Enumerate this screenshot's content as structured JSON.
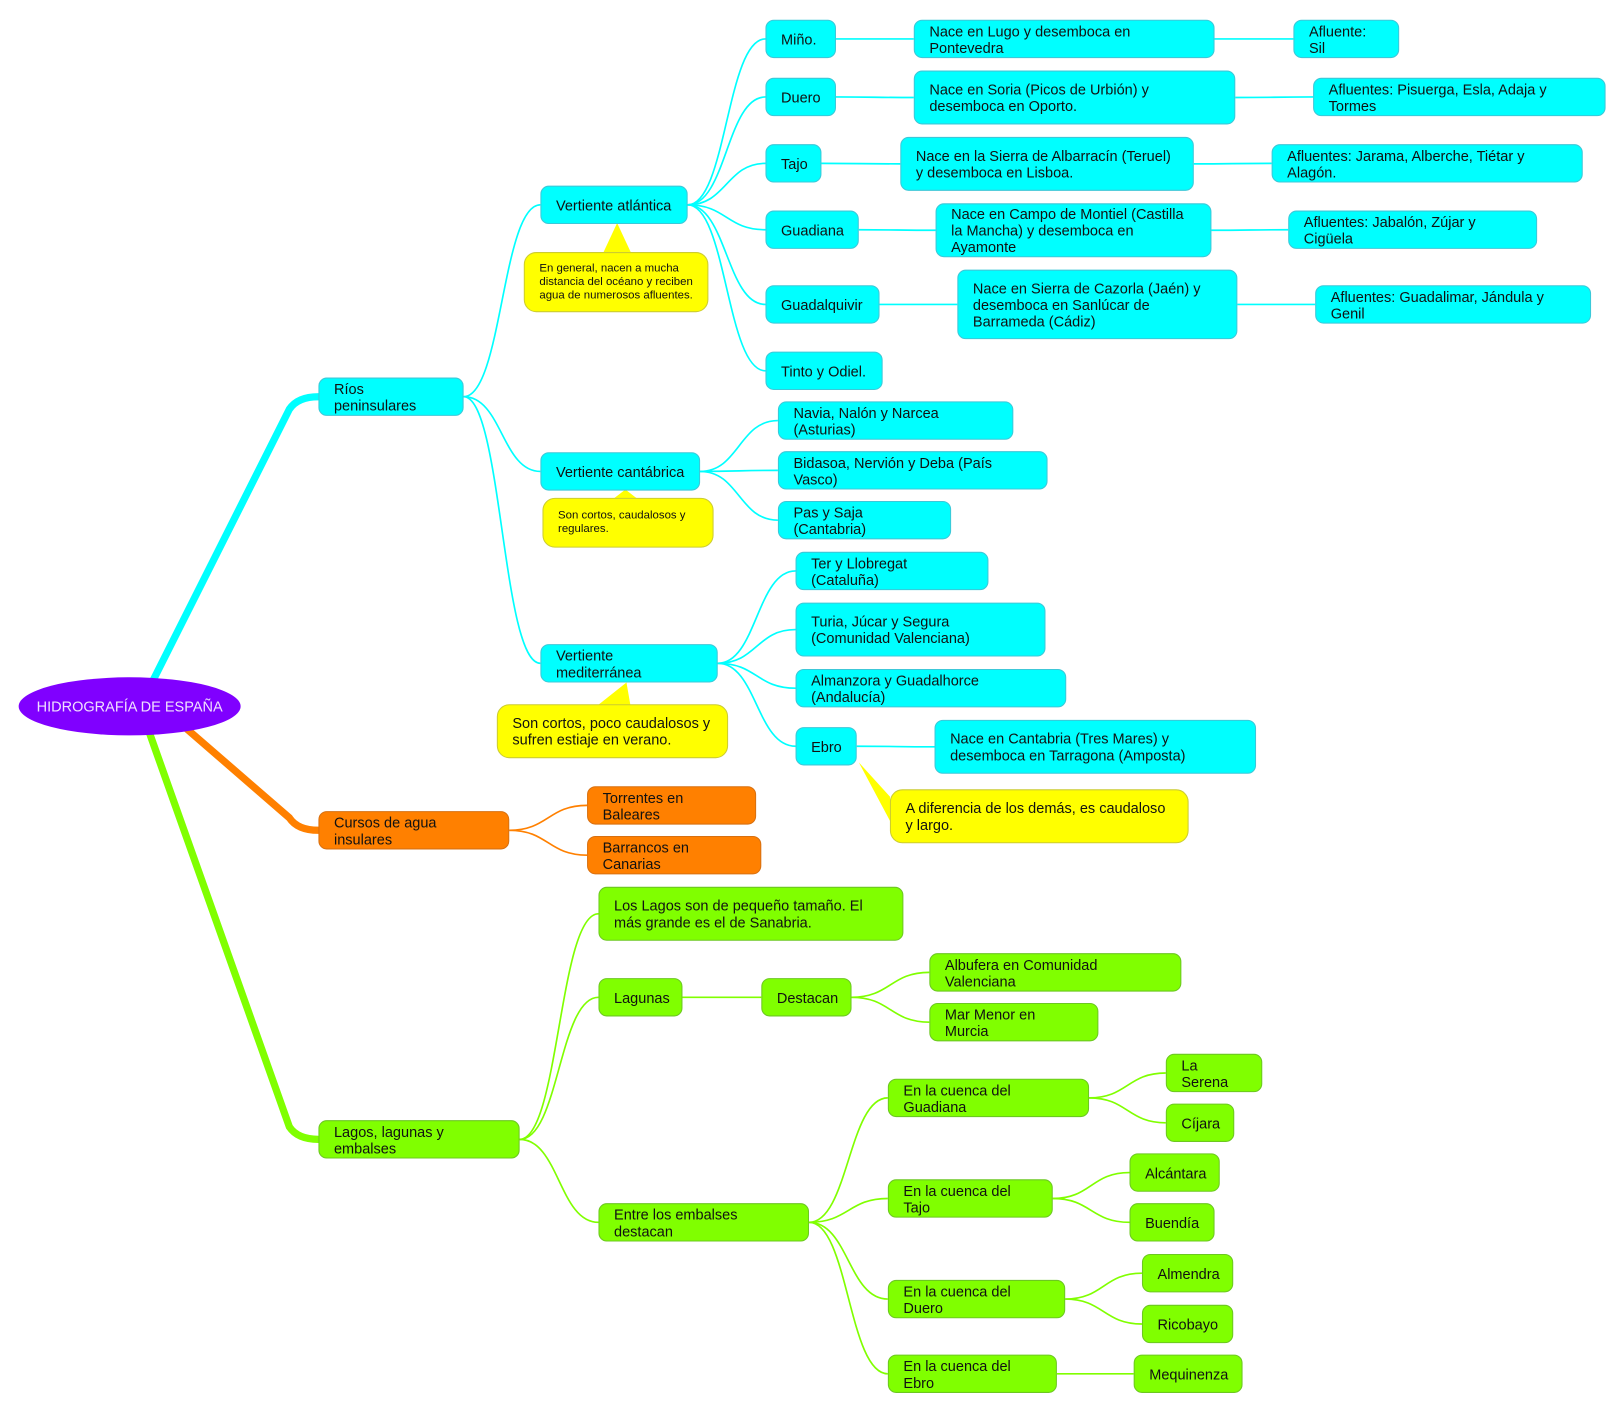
{
  "colors": {
    "root": "#8000ff",
    "rios": "#00ffff",
    "cursos": "#ff8000",
    "lagos": "#80ff00",
    "note": "#ffff00"
  },
  "nodes": {
    "root": {
      "label": "HIDROGRAFÍA DE ESPAÑA"
    },
    "rios": {
      "label": "Ríos peninsulares",
      "parent": "root",
      "branch": "rios"
    },
    "atl": {
      "label": "Vertiente atlántica",
      "parent": "rios",
      "branch": "rios"
    },
    "note_atl": {
      "label": "En general, nacen a mucha distancia del océano y reciben agua de numerosos afluentes."
    },
    "mino": {
      "label": "Miño.",
      "parent": "atl",
      "branch": "rios"
    },
    "mino_n": {
      "label": "Nace en Lugo y desemboca en Pontevedra",
      "parent": "mino",
      "branch": "rios"
    },
    "mino_a": {
      "label": "Afluente: Sil",
      "parent": "mino_n",
      "branch": "rios"
    },
    "duero": {
      "label": "Duero",
      "parent": "atl",
      "branch": "rios"
    },
    "duero_n": {
      "label": "Nace en Soria (Picos de Urbión) y desemboca en Oporto.",
      "parent": "duero",
      "branch": "rios"
    },
    "duero_a": {
      "label": "Afluentes: Pisuerga, Esla, Adaja y Tormes",
      "parent": "duero_n",
      "branch": "rios"
    },
    "tajo": {
      "label": "Tajo",
      "parent": "atl",
      "branch": "rios"
    },
    "tajo_n": {
      "label": "Nace en la Sierra de Albarracín (Teruel) y desemboca en Lisboa.",
      "parent": "tajo",
      "branch": "rios"
    },
    "tajo_a": {
      "label": "Afluentes: Jarama, Alberche, Tiétar y Alagón.",
      "parent": "tajo_n",
      "branch": "rios"
    },
    "guadiana": {
      "label": "Guadiana",
      "parent": "atl",
      "branch": "rios"
    },
    "guadiana_n": {
      "label": "Nace en Campo de Montiel (Castilla la Mancha) y desemboca en Ayamonte",
      "parent": "guadiana",
      "branch": "rios"
    },
    "guadiana_a": {
      "label": "Afluentes: Jabalón, Zújar y Cigüela",
      "parent": "guadiana_n",
      "branch": "rios"
    },
    "guadalq": {
      "label": "Guadalquivir",
      "parent": "atl",
      "branch": "rios"
    },
    "guadalq_n": {
      "label": "Nace en Sierra de Cazorla (Jaén) y desemboca en Sanlúcar de Barrameda (Cádiz)",
      "parent": "guadalq",
      "branch": "rios"
    },
    "guadalq_a": {
      "label": "Afluentes: Guadalimar, Jándula y Genil",
      "parent": "guadalq_n",
      "branch": "rios"
    },
    "tinto": {
      "label": "Tinto y Odiel.",
      "parent": "atl",
      "branch": "rios"
    },
    "cant": {
      "label": "Vertiente cantábrica",
      "parent": "rios",
      "branch": "rios"
    },
    "note_cant": {
      "label": "Son cortos, caudalosos y regulares."
    },
    "navia": {
      "label": "Navia, Nalón y Narcea (Asturias)",
      "parent": "cant",
      "branch": "rios"
    },
    "bidasoa": {
      "label": "Bidasoa, Nervión y Deba (País Vasco)",
      "parent": "cant",
      "branch": "rios"
    },
    "pas": {
      "label": "Pas y Saja (Cantabria)",
      "parent": "cant",
      "branch": "rios"
    },
    "med": {
      "label": "Vertiente mediterránea",
      "parent": "rios",
      "branch": "rios"
    },
    "note_med": {
      "label": "Son cortos, poco caudalosos y sufren estiaje en verano."
    },
    "ter": {
      "label": "Ter y Llobregat (Cataluña)",
      "parent": "med",
      "branch": "rios"
    },
    "turia": {
      "label": "Turia, Júcar y Segura (Comunidad Valenciana)",
      "parent": "med",
      "branch": "rios"
    },
    "almanzora": {
      "label": "Almanzora y Guadalhorce (Andalucía)",
      "parent": "med",
      "branch": "rios"
    },
    "ebro": {
      "label": "Ebro",
      "parent": "med",
      "branch": "rios"
    },
    "ebro_n": {
      "label": "Nace en Cantabria (Tres Mares) y desemboca en Tarragona (Amposta)",
      "parent": "ebro",
      "branch": "rios"
    },
    "note_ebro": {
      "label": "A diferencia de los demás, es caudaloso y largo."
    },
    "cursos": {
      "label": "Cursos de agua insulares",
      "parent": "root",
      "branch": "cursos"
    },
    "torrentes": {
      "label": "Torrentes en Baleares",
      "parent": "cursos",
      "branch": "cursos"
    },
    "barrancos": {
      "label": "Barrancos en Canarias",
      "parent": "cursos",
      "branch": "cursos"
    },
    "lagos": {
      "label": "Lagos, lagunas y embalses",
      "parent": "root",
      "branch": "lagos"
    },
    "lagos_n": {
      "label": "Los Lagos son de pequeño tamaño. El más grande es el de Sanabria.",
      "parent": "lagos",
      "branch": "lagos"
    },
    "lagunas": {
      "label": "Lagunas",
      "parent": "lagos",
      "branch": "lagos"
    },
    "destacan": {
      "label": "Destacan",
      "parent": "lagunas",
      "branch": "lagos"
    },
    "albufera": {
      "label": "Albufera en Comunidad Valenciana",
      "parent": "destacan",
      "branch": "lagos"
    },
    "mar": {
      "label": "Mar Menor en Murcia",
      "parent": "destacan",
      "branch": "lagos"
    },
    "embalses": {
      "label": "Entre los embalses destacan",
      "parent": "lagos",
      "branch": "lagos"
    },
    "cg": {
      "label": "En la cuenca del Guadiana",
      "parent": "embalses",
      "branch": "lagos"
    },
    "serena": {
      "label": "La Serena",
      "parent": "cg",
      "branch": "lagos"
    },
    "cijara": {
      "label": "Cíjara",
      "parent": "cg",
      "branch": "lagos"
    },
    "ct": {
      "label": "En la cuenca del Tajo",
      "parent": "embalses",
      "branch": "lagos"
    },
    "alcantara": {
      "label": "Alcántara",
      "parent": "ct",
      "branch": "lagos"
    },
    "buendia": {
      "label": "Buendía",
      "parent": "ct",
      "branch": "lagos"
    },
    "cd": {
      "label": "En la cuenca del Duero",
      "parent": "embalses",
      "branch": "lagos"
    },
    "almendra": {
      "label": "Almendra",
      "parent": "cd",
      "branch": "lagos"
    },
    "ricobayo": {
      "label": "Ricobayo",
      "parent": "cd",
      "branch": "lagos"
    },
    "ce": {
      "label": "En la cuenca del Ebro",
      "parent": "embalses",
      "branch": "lagos"
    },
    "mequinenza": {
      "label": "Mequinenza",
      "parent": "ce",
      "branch": "lagos"
    }
  }
}
